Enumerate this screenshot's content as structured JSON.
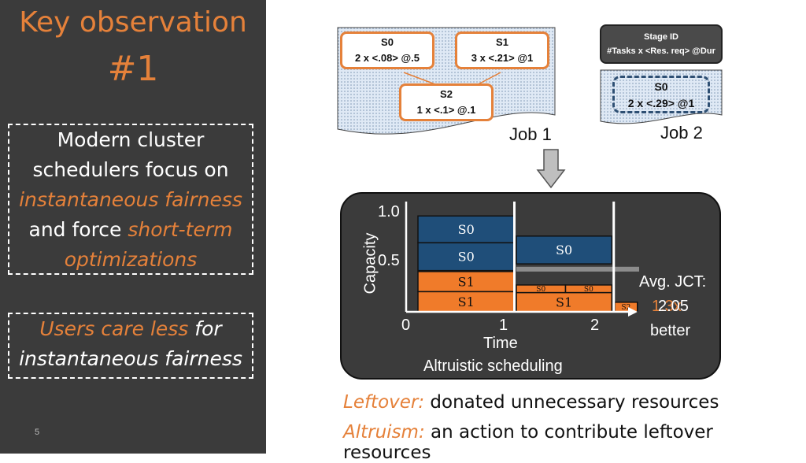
{
  "slide": {
    "title_line1": "Key observation",
    "title_line2": "#1",
    "page_number": "5"
  },
  "box1": {
    "line1": "Modern cluster",
    "line2": "schedulers focus on",
    "line3_emph": "instantaneous fairness",
    "line4_pre": "and force ",
    "line4_emph": "short-term",
    "line5_emph": "optimizations"
  },
  "box2": {
    "line1_emph": "Users care less",
    "line1_post": " for",
    "line2_emph": "instantaneous fairness"
  },
  "legend": {
    "line1": "Stage ID",
    "line2": "#Tasks x <Res. req> @Dur"
  },
  "job1": {
    "caption": "Job 1",
    "stages": [
      {
        "id": "S0",
        "spec": "2 x <.08> @.5"
      },
      {
        "id": "S1",
        "spec": "3 x <.21> @1"
      },
      {
        "id": "S2",
        "spec": "1 x <.1> @.1"
      }
    ]
  },
  "job2": {
    "caption": "Job 2",
    "stages": [
      {
        "id": "S0",
        "spec": "2 x <.29> @1"
      }
    ]
  },
  "chart_data": {
    "type": "gantt",
    "title": "Altruistic scheduling",
    "xlabel": "Time",
    "ylabel": "Capacity",
    "x_ticks": [
      "0",
      "1",
      "2"
    ],
    "y_ticks": [
      "1.0",
      "0.5"
    ],
    "xlim": [
      0,
      2.4
    ],
    "ylim": [
      0,
      1.15
    ],
    "blocks": [
      {
        "label": "S0",
        "job": "job2",
        "x0": 0.12,
        "x1": 1.1,
        "y0": 0.72,
        "y1": 1.0
      },
      {
        "label": "S0",
        "job": "job2",
        "x0": 0.12,
        "x1": 1.1,
        "y0": 0.43,
        "y1": 0.72
      },
      {
        "label": "S1",
        "job": "job1",
        "x0": 0.12,
        "x1": 1.1,
        "y0": 0.21,
        "y1": 0.42
      },
      {
        "label": "S1",
        "job": "job1",
        "x0": 0.12,
        "x1": 1.1,
        "y0": 0.0,
        "y1": 0.21
      },
      {
        "label": "S0",
        "job": "job2",
        "x0": 1.12,
        "x1": 2.09,
        "y0": 0.5,
        "y1": 0.79
      },
      {
        "label": "S0",
        "job": "job1",
        "x0": 1.12,
        "x1": 1.62,
        "y0": 0.2,
        "y1": 0.28
      },
      {
        "label": "S0",
        "job": "job1",
        "x0": 1.62,
        "x1": 2.09,
        "y0": 0.2,
        "y1": 0.28
      },
      {
        "label": "S1",
        "job": "job1",
        "x0": 1.12,
        "x1": 2.09,
        "y0": 0.0,
        "y1": 0.2
      },
      {
        "label": "S2",
        "job": "job1",
        "x0": 2.12,
        "x1": 2.35,
        "y0": 0.0,
        "y1": 0.1
      }
    ],
    "leftover_band": {
      "x0": 1.12,
      "x1": 2.6,
      "y0": 0.42,
      "y1": 0.47
    },
    "annotation": {
      "line1": "Avg. JCT:",
      "line2_a": "1.3x",
      "line2_b": "2.05",
      "line3": "better"
    },
    "colors": {
      "job1": "#f07b2a",
      "job2": "#1f4e79",
      "leftover": "#8c8c8c"
    }
  },
  "definitions": [
    {
      "term": "Leftover:",
      "text": " donated unnecessary resources"
    },
    {
      "term": "Altruism:",
      "text": " an action to contribute leftover resources"
    }
  ]
}
